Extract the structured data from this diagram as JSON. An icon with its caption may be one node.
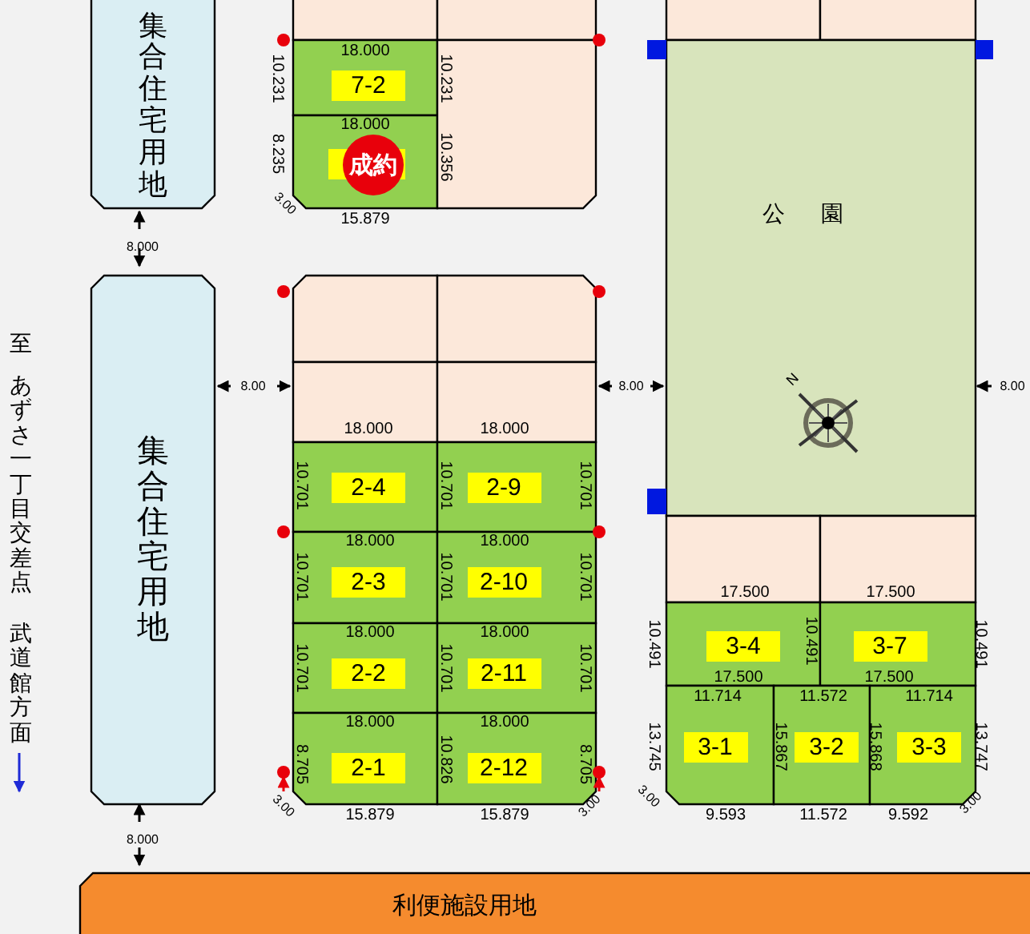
{
  "diagram": {
    "nodes": [
      {
        "text": [
          "集合住宅用地"
        ]
      },
      {
        "text": [],
        "shape": "box"
      },
      {
        "text": [],
        "shape": "box"
      },
      {
        "text": [
          "7-2"
        ]
      },
      {
        "text": [
          "成約"
        ]
      },
      {
        "text": [],
        "shape": "box"
      },
      {
        "text": [
          "集合住宅用地"
        ]
      },
      {
        "text": [],
        "shape": "box"
      },
      {
        "text": [],
        "shape": "box"
      },
      {
        "text": [],
        "shape": "box"
      },
      {
        "text": [],
        "shape": "box"
      },
      {
        "text": [
          "2-4"
        ]
      },
      {
        "text": [
          "2-9"
        ]
      },
      {
        "text": [
          "2-3"
        ]
      },
      {
        "text": [
          "2-10"
        ]
      },
      {
        "text": [
          "2-2"
        ]
      },
      {
        "text": [
          "2-11"
        ]
      },
      {
        "text": [
          "2-1"
        ]
      },
      {
        "text": [
          "2-12"
        ]
      },
      {
        "text": [],
        "shape": "box"
      },
      {
        "text": [],
        "shape": "box"
      },
      {
        "text": [
          "公園"
        ]
      },
      {
        "text": [],
        "shape": "box"
      },
      {
        "text": [],
        "shape": "box"
      },
      {
        "text": [
          "3-4"
        ]
      },
      {
        "text": [
          "3-7"
        ]
      },
      {
        "text": [
          "3-1"
        ]
      },
      {
        "text": [
          "3-2"
        ]
      },
      {
        "text": [
          "3-3"
        ]
      },
      {
        "text": [
          "利便施設用地"
        ]
      }
    ],
    "labels": [
      "18.000",
      "10.231",
      "10.231",
      "18.000",
      "8.235",
      "10.356",
      "3.00",
      "15.879",
      "8.000",
      "8.00",
      "8.00",
      "8.00",
      "18.000",
      "18.000",
      "10.701",
      "10.701",
      "10.701",
      "18.000",
      "18.000",
      "10.701",
      "10.701",
      "10.701",
      "18.000",
      "18.000",
      "10.701",
      "10.701",
      "10.701",
      "18.000",
      "18.000",
      "8.705",
      "10.826",
      "8.705",
      "3.00",
      "15.879",
      "15.879",
      "3.00",
      "8.000",
      "17.500",
      "17.500",
      "10.491",
      "10.491",
      "10.491",
      "17.500",
      "17.500",
      "11.714",
      "11.572",
      "11.714",
      "13.745",
      "15.867",
      "15.868",
      "13.747",
      "3.00",
      "9.593",
      "11.572",
      "9.592",
      "3.00",
      "N",
      "至",
      "あずさ一丁目交差点",
      "武道館方面"
    ]
  }
}
